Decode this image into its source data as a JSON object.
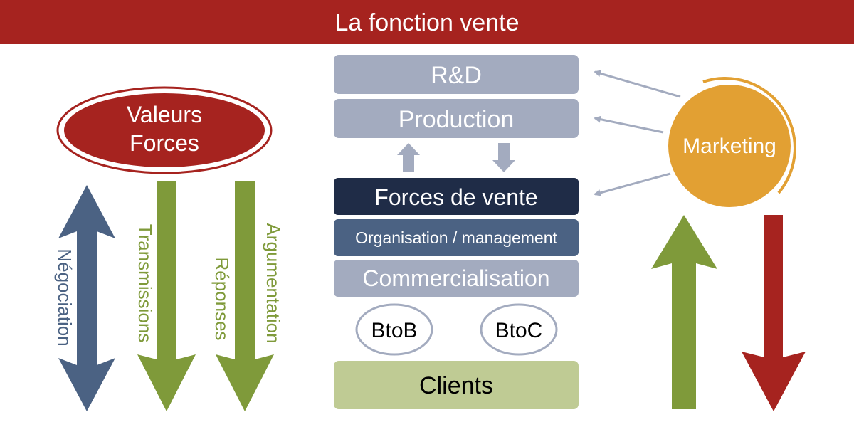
{
  "title": "La fonction vente",
  "colors": {
    "title_bar": "#a6231f",
    "grey_box": "#a3abbf",
    "dark_box": "#1f2c47",
    "blue_box": "#4b6283",
    "green_box": "#bfcb94",
    "green_arrow": "#7f9a3a",
    "blue_arrow": "#4b6283",
    "red": "#a6231f",
    "orange": "#e2a033",
    "connector": "#a3abbf"
  },
  "left": {
    "ellipse_line1": "Valeurs",
    "ellipse_line2": "Forces",
    "arrow_negociation": "Négociation",
    "arrow_transmissions": "Transmissions",
    "arrow_reponses": "Réponses",
    "arrow_argumentation": "Argumentation"
  },
  "center": {
    "rd": "R&D",
    "production": "Production",
    "forces_de_vente": "Forces de vente",
    "organisation": "Organisation / management",
    "commercialisation": "Commercialisation",
    "btob": "BtoB",
    "btoc": "BtoC",
    "clients": "Clients"
  },
  "right": {
    "marketing": "Marketing"
  }
}
